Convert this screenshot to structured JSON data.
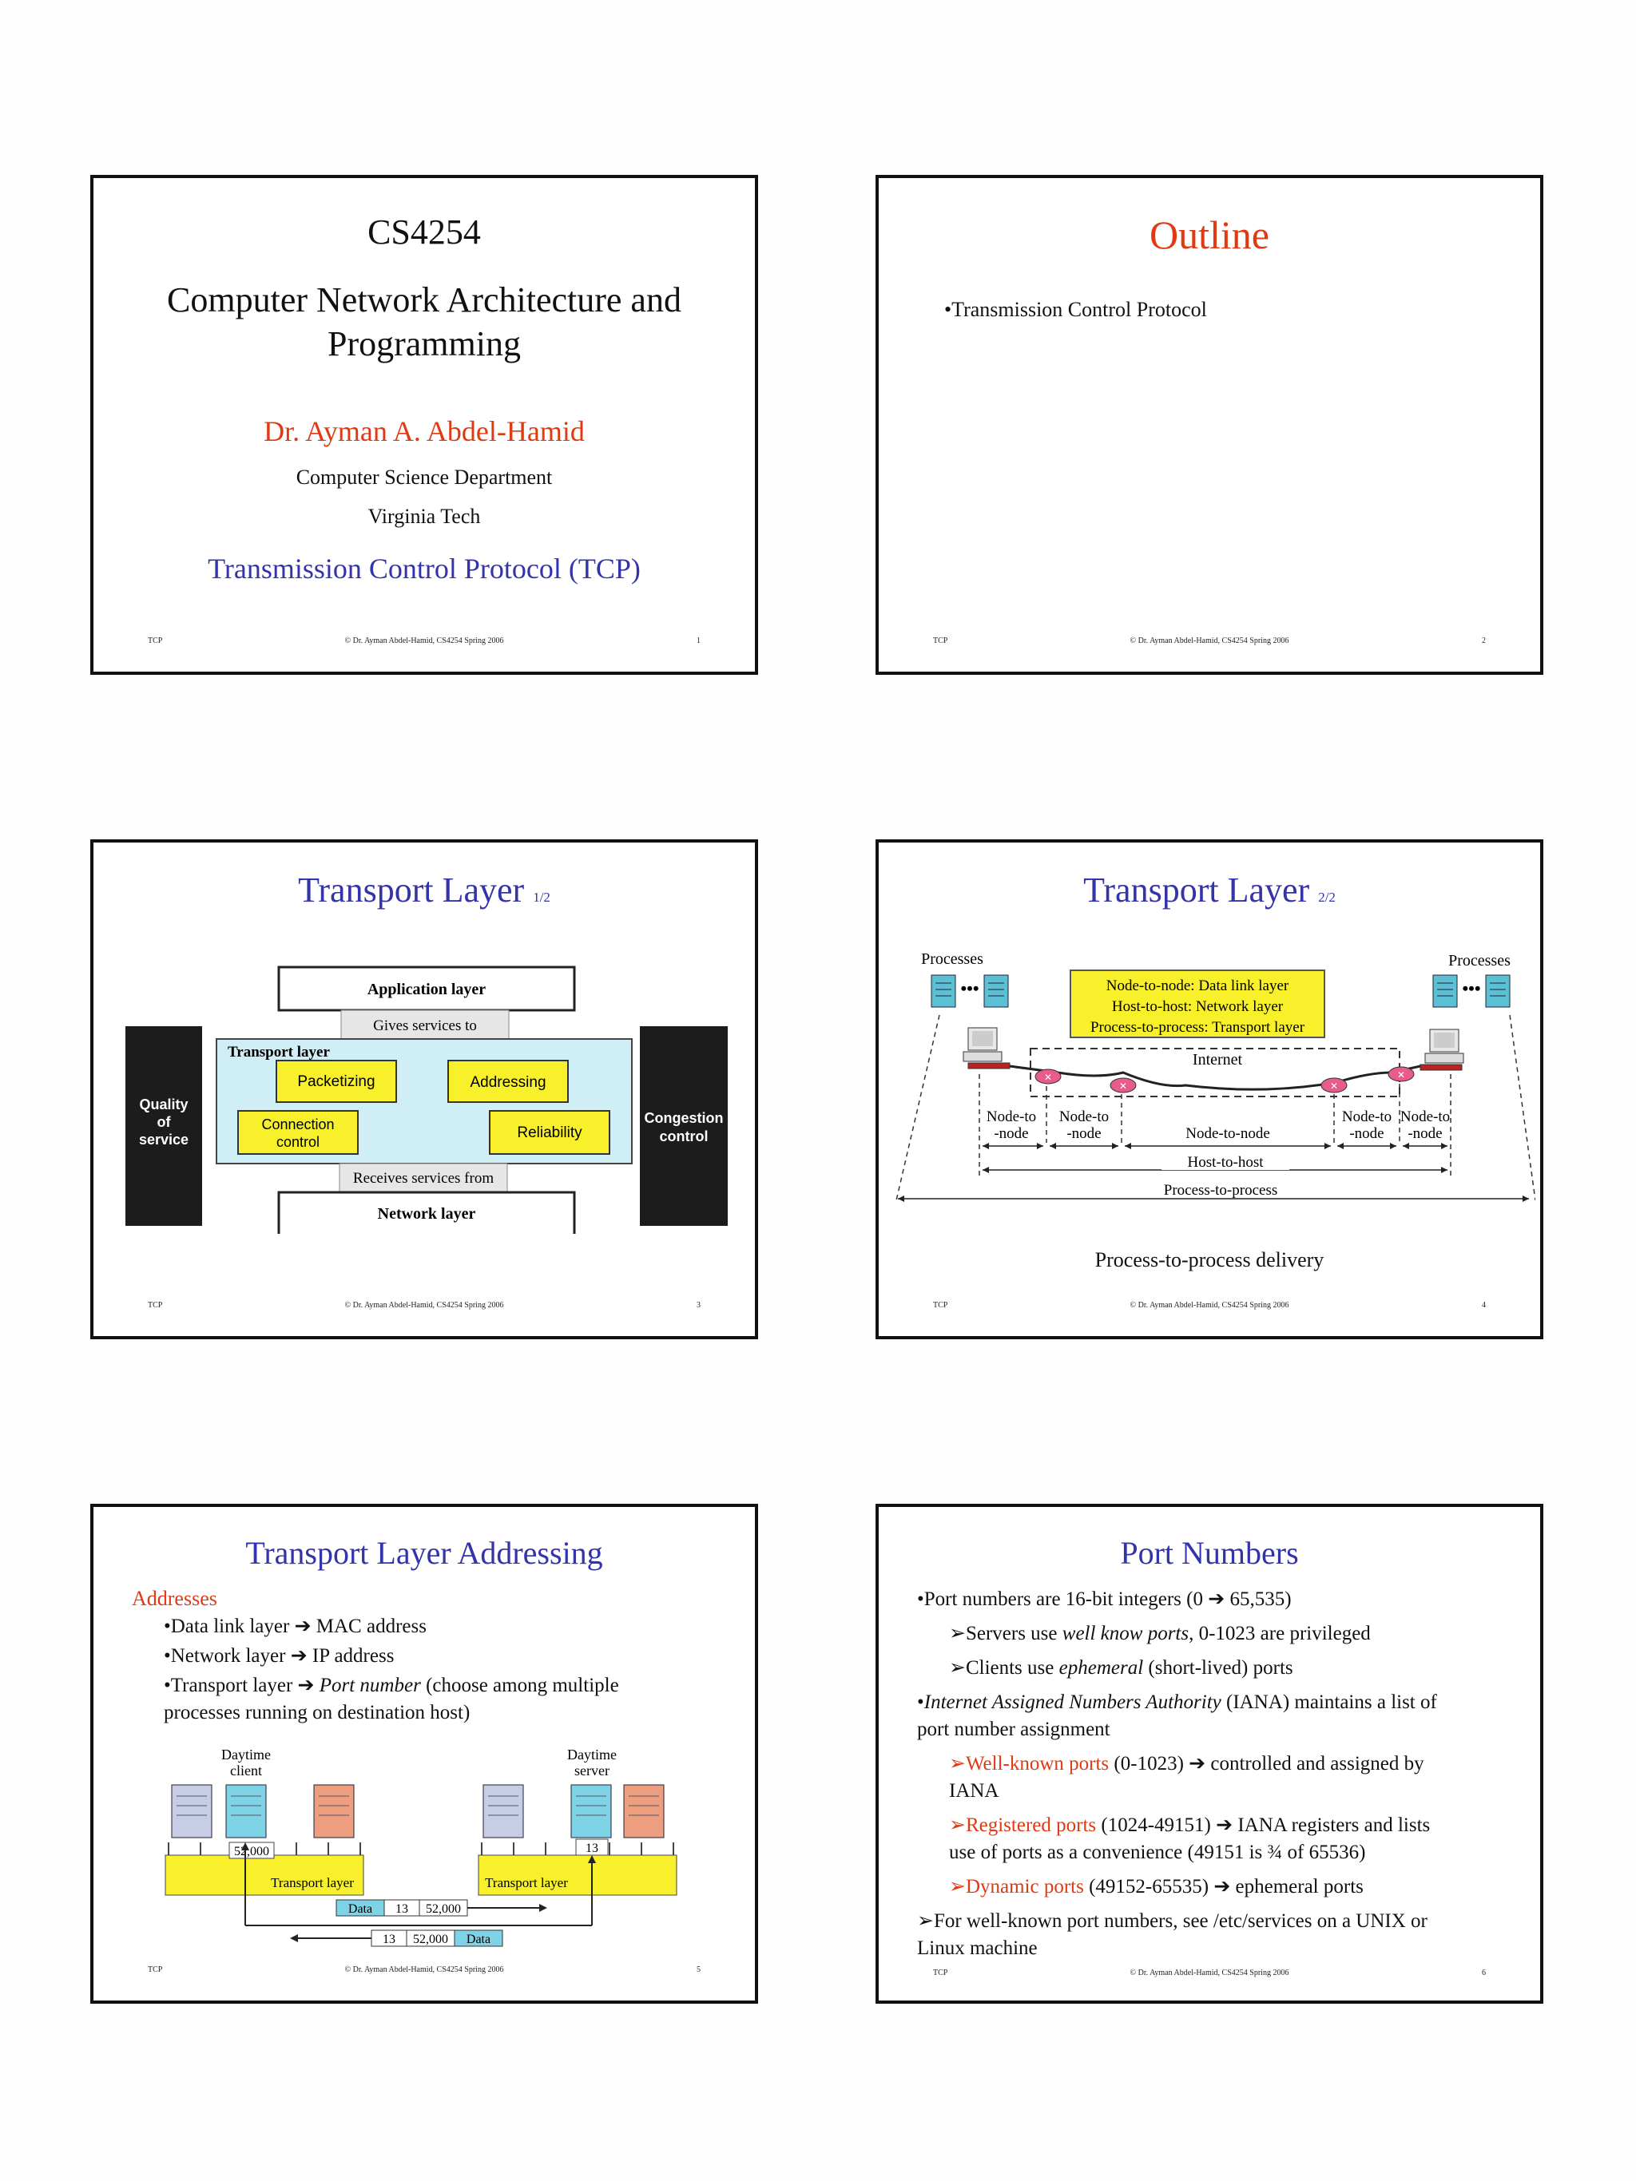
{
  "footer": {
    "left": "TCP",
    "center": "© Dr. Ayman Abdel-Hamid, CS4254 Spring 2006"
  },
  "slide1": {
    "number": "1",
    "course": "CS4254",
    "title_line1": "Computer Network Architecture and",
    "title_line2": "Programming",
    "instructor": "Dr. Ayman A. Abdel-Hamid",
    "department": "Computer Science Department",
    "university": "Virginia Tech",
    "topic": "Transmission Control Protocol (TCP)"
  },
  "slide2": {
    "number": "2",
    "title": "Outline",
    "bullet1": "•Transmission Control Protocol"
  },
  "slide3": {
    "number": "3",
    "title": "Transport Layer",
    "title_sub": "1/2",
    "diagram": {
      "application_layer": "Application layer",
      "gives_services": "Gives services to",
      "transport_layer": "Transport layer",
      "packetizing": "Packetizing",
      "addressing": "Addressing",
      "connection_control_1": "Connection",
      "connection_control_2": "control",
      "reliability": "Reliability",
      "receives_services": "Receives services from",
      "network_layer": "Network layer",
      "qos_1": "Quality",
      "qos_2": "of",
      "qos_3": "service",
      "congestion_1": "Congestion",
      "congestion_2": "control"
    }
  },
  "slide4": {
    "number": "4",
    "title": "Transport Layer",
    "title_sub": "2/2",
    "diagram": {
      "processes_left": "Processes",
      "processes_right": "Processes",
      "legend_1": "Node-to-node: Data link layer",
      "legend_2": "Host-to-host: Network layer",
      "legend_3": "Process-to-process: Transport layer",
      "internet": "Internet",
      "node_to": "Node-to",
      "node_suffix": "-node",
      "node_to_node": "Node-to-node",
      "host_to_host": "Host-to-host",
      "process_to_process": "Process-to-process"
    },
    "caption": "Process-to-process delivery"
  },
  "slide5": {
    "number": "5",
    "title": "Transport Layer Addressing",
    "addresses": "Addresses",
    "b1_pre": "•Data link layer",
    "b1_post": "MAC address",
    "b2_pre": "•Network layer",
    "b2_post": "IP address",
    "b3_pre": "•Transport layer",
    "b3_em": "Port number",
    "b3_post": "(choose among multiple",
    "b3_line2": "processes running on destination host)",
    "diagram": {
      "client_1": "Daytime",
      "client_2": "client",
      "server_1": "Daytime",
      "server_2": "server",
      "client_port": "52,000",
      "server_port": "13",
      "transport_layer": "Transport layer",
      "data": "Data",
      "port_13": "13",
      "port_52000": "52,000"
    }
  },
  "slide6": {
    "number": "6",
    "title": "Port Numbers",
    "l1_pre": "•Port numbers are 16-bit integers (0",
    "l1_post": "65,535)",
    "l2_pre": "Servers use",
    "l2_em": "well know ports",
    "l2_post": ", 0-1023 are privileged",
    "l3_pre": "Clients use",
    "l3_em": "ephemeral",
    "l3_post": "(short-lived) ports",
    "l4_em": "Internet Assigned Numbers Authority",
    "l4_post": "(IANA) maintains a list of",
    "l4_line2": "port number assignment",
    "l5_red": "Well-known ports",
    "l5_post": "(0-1023)",
    "l5_post2": "controlled and assigned by",
    "l5_line2": "IANA",
    "l6_red": "Registered ports",
    "l6_post": "(1024-49151)",
    "l6_post2": "IANA registers and lists",
    "l6_line2": "use of ports as a convenience (49151 is ¾ of 65536)",
    "l7_red": "Dynamic ports",
    "l7_post": "(49152-65535)",
    "l7_post2": "ephemeral ports",
    "l8": "For well-known port numbers, see /etc/services on a UNIX or",
    "l8_line2": "Linux machine"
  },
  "colors": {
    "title_blue": "#3333aa",
    "accent_red": "#e03a12",
    "diagram_yellow": "#f7f02a",
    "diagram_lightblue": "#cfeef5",
    "diagram_dark": "#1c1c1c"
  },
  "icons": [
    "arrow-right-icon",
    "chevron-bullet-icon",
    "document-icon",
    "computer-icon",
    "router-icon"
  ]
}
